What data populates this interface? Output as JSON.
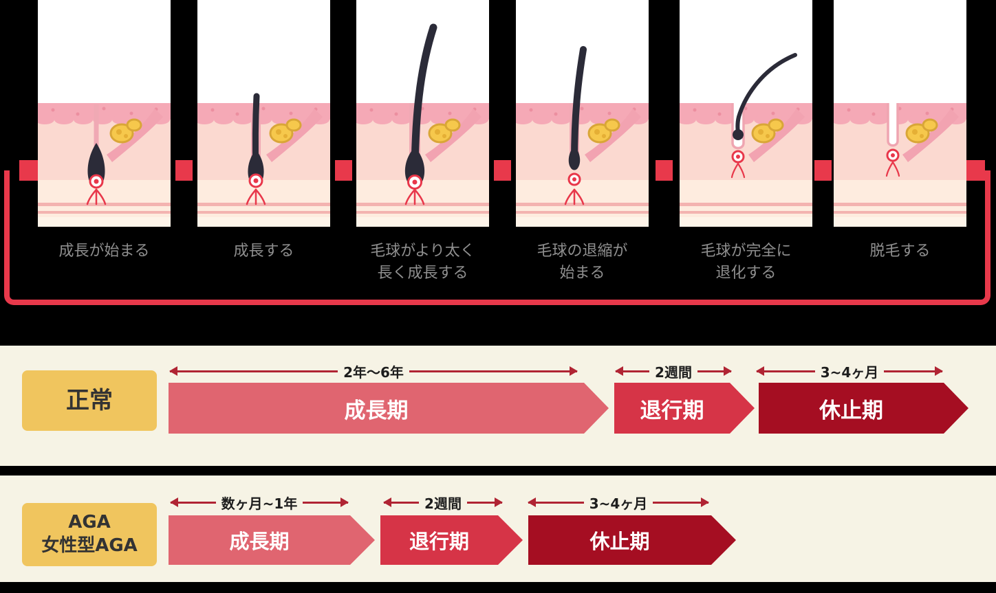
{
  "colors": {
    "cycle_loop_red": "#e8394b",
    "growth_phase": "#e06570",
    "regression_phase": "#d63447",
    "telogen_phase": "#a50e22",
    "label_yellow": "#f0c55e",
    "row_background": "#f6f3e5",
    "duration_arrow": "#b02433",
    "caption_gray": "#8f8f8f",
    "background_black": "#000000"
  },
  "stages": [
    {
      "caption": "成長が始まる"
    },
    {
      "caption": "成長する"
    },
    {
      "caption": "毛球がより太く\n長く成長する"
    },
    {
      "caption": "毛球の退縮が\n始まる"
    },
    {
      "caption": "毛球が完全に\n退化する"
    },
    {
      "caption": "脱毛する"
    }
  ],
  "cycles": [
    {
      "label": "正常",
      "phases": [
        {
          "name": "成長期",
          "duration": "2年〜6年"
        },
        {
          "name": "退行期",
          "duration": "2週間"
        },
        {
          "name": "休止期",
          "duration": "3~4ヶ月"
        }
      ]
    },
    {
      "label": "AGA\n女性型AGA",
      "phases": [
        {
          "name": "成長期",
          "duration": "数ヶ月~1年"
        },
        {
          "name": "退行期",
          "duration": "2週間"
        },
        {
          "name": "休止期",
          "duration": "3~4ヶ月"
        }
      ]
    }
  ]
}
